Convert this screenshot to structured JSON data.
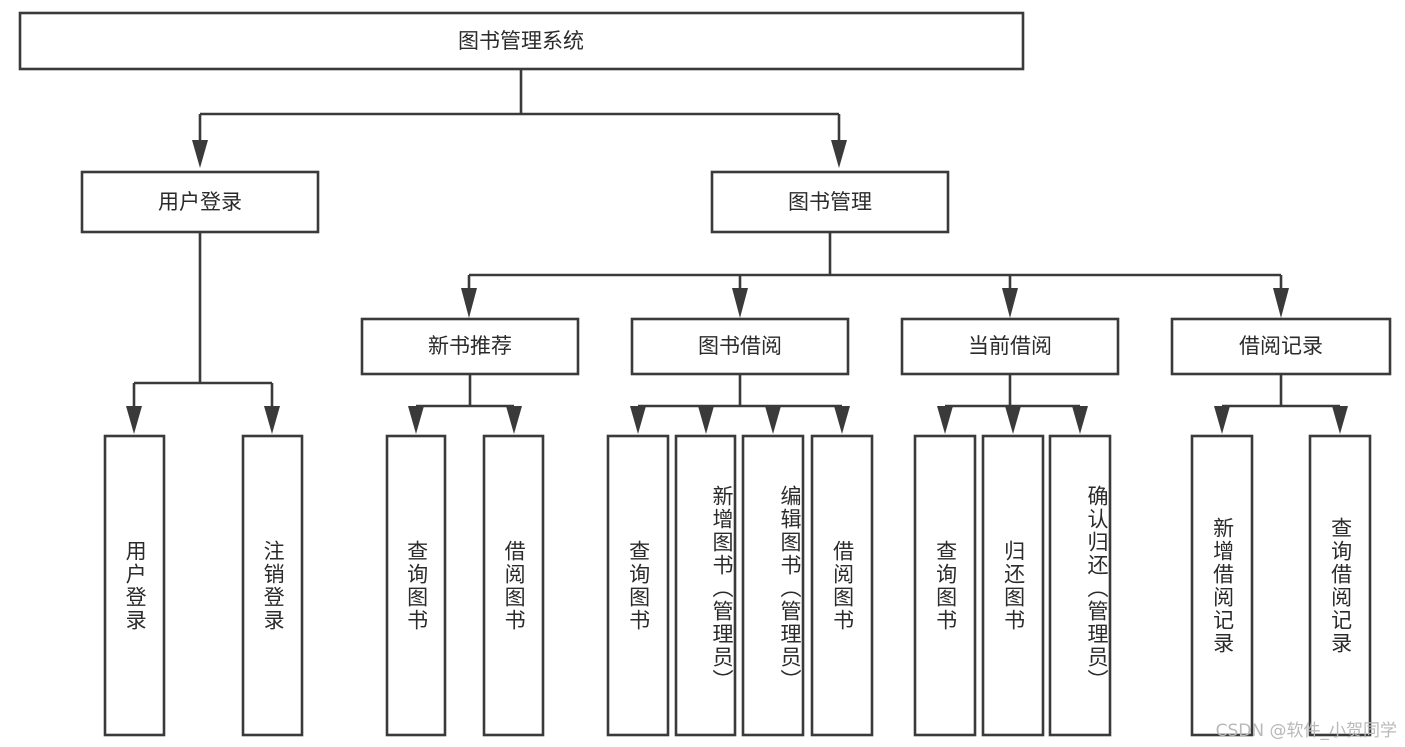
{
  "diagram": {
    "type": "tree",
    "title": "图书管理系统",
    "root": {
      "id": "root",
      "label": "图书管理系统",
      "orientation": "horizontal"
    },
    "level2": [
      {
        "id": "user-login",
        "label": "用户登录",
        "orientation": "horizontal"
      },
      {
        "id": "book-manage",
        "label": "图书管理",
        "orientation": "horizontal"
      }
    ],
    "level3": [
      {
        "id": "new-book-recommend",
        "label": "新书推荐",
        "orientation": "horizontal",
        "parent": "book-manage"
      },
      {
        "id": "book-borrow",
        "label": "图书借阅",
        "orientation": "horizontal",
        "parent": "book-manage"
      },
      {
        "id": "current-borrow",
        "label": "当前借阅",
        "orientation": "horizontal",
        "parent": "book-manage"
      },
      {
        "id": "borrow-record",
        "label": "借阅记录",
        "orientation": "horizontal",
        "parent": "book-manage"
      }
    ],
    "leaves": [
      {
        "id": "leaf-user-login",
        "label": "用户登录",
        "parent": "user-login",
        "orientation": "vertical"
      },
      {
        "id": "leaf-logout-login",
        "label": "注销登录",
        "parent": "user-login",
        "orientation": "vertical"
      },
      {
        "id": "leaf-query-book-1",
        "label": "查询图书",
        "parent": "new-book-recommend",
        "orientation": "vertical"
      },
      {
        "id": "leaf-borrow-book-1",
        "label": "借阅图书",
        "parent": "new-book-recommend",
        "orientation": "vertical"
      },
      {
        "id": "leaf-query-book-2",
        "label": "查询图书",
        "parent": "book-borrow",
        "orientation": "vertical"
      },
      {
        "id": "leaf-add-book",
        "label": "新增图书（管理员）",
        "parent": "book-borrow",
        "orientation": "vertical"
      },
      {
        "id": "leaf-edit-book",
        "label": "编辑图书（管理员）",
        "parent": "book-borrow",
        "orientation": "vertical"
      },
      {
        "id": "leaf-borrow-book-2",
        "label": "借阅图书",
        "parent": "book-borrow",
        "orientation": "vertical"
      },
      {
        "id": "leaf-query-book-3",
        "label": "查询图书",
        "parent": "current-borrow",
        "orientation": "vertical"
      },
      {
        "id": "leaf-return-book",
        "label": "归还图书",
        "parent": "current-borrow",
        "orientation": "vertical"
      },
      {
        "id": "leaf-confirm-return",
        "label": "确认归还（管理员）",
        "parent": "current-borrow",
        "orientation": "vertical"
      },
      {
        "id": "leaf-add-record",
        "label": "新增借阅记录",
        "parent": "borrow-record",
        "orientation": "vertical"
      },
      {
        "id": "leaf-query-record",
        "label": "查询借阅记录",
        "parent": "borrow-record",
        "orientation": "vertical"
      }
    ],
    "colors": {
      "box_stroke": "#3a3a3a",
      "box_fill": "#ffffff",
      "text": "#2b2b2b",
      "connector": "#3a3a3a",
      "background": "#ffffff",
      "watermark": "#b9b9b9"
    }
  },
  "watermark": {
    "text": "CSDN @软件_小贺同学"
  }
}
